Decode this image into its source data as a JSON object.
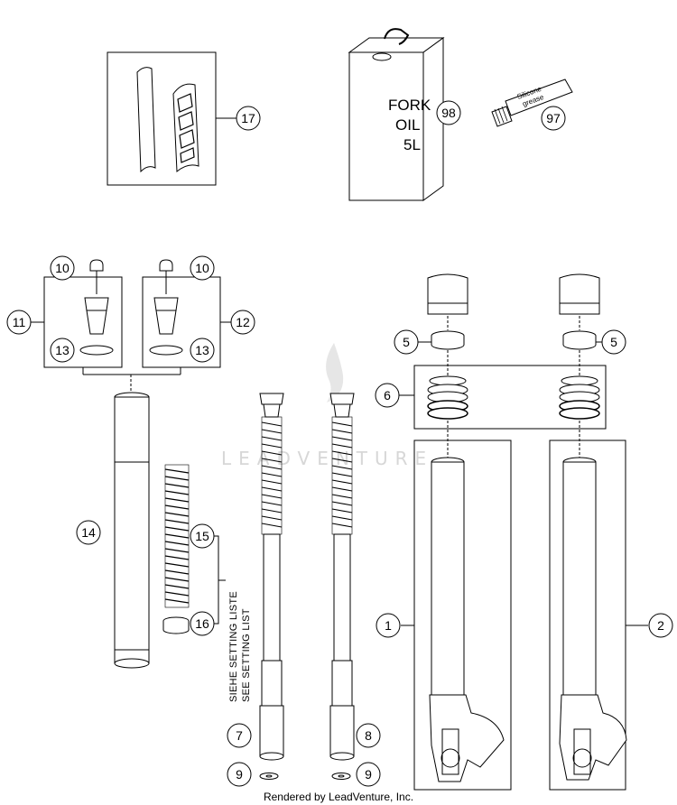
{
  "watermark": "LEADVENTURE",
  "footer": "Rendered by LeadVenture, Inc.",
  "can_label": {
    "line1": "FORK",
    "line2": "OIL",
    "line3": "5L"
  },
  "tube_label": {
    "line1": "Silicone",
    "line2": "grease"
  },
  "setting_note": {
    "line1": "SIEHE SETTING LISTE",
    "line2": "SEE SETTING LIST"
  },
  "callouts": {
    "c1": "1",
    "c2": "2",
    "c5a": "5",
    "c5b": "5",
    "c6": "6",
    "c7": "7",
    "c8": "8",
    "c9a": "9",
    "c9b": "9",
    "c10a": "10",
    "c10b": "10",
    "c11": "11",
    "c12": "12",
    "c13a": "13",
    "c13b": "13",
    "c14": "14",
    "c15": "15",
    "c16": "16",
    "c17": "17",
    "c97": "97",
    "c98": "98"
  }
}
